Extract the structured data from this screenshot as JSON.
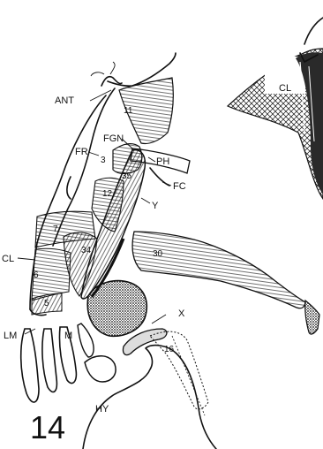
{
  "figure": {
    "plate_number": "14",
    "labels": {
      "ant": "ANT",
      "fr": "FR",
      "fgn": "FGN",
      "ph": "PH",
      "fc": "FC",
      "y": "Y",
      "cl_left": "CL",
      "cl_right": "CL",
      "lm": "LM",
      "m": "M",
      "x": "X",
      "hy": "HY"
    },
    "muscle_numbers": {
      "n3": "3",
      "n5": "5",
      "n6": "6",
      "n7": "7",
      "n11": "11",
      "n12": "12",
      "n16": "16",
      "n30": "30",
      "n34": "34",
      "n35": "35"
    }
  }
}
